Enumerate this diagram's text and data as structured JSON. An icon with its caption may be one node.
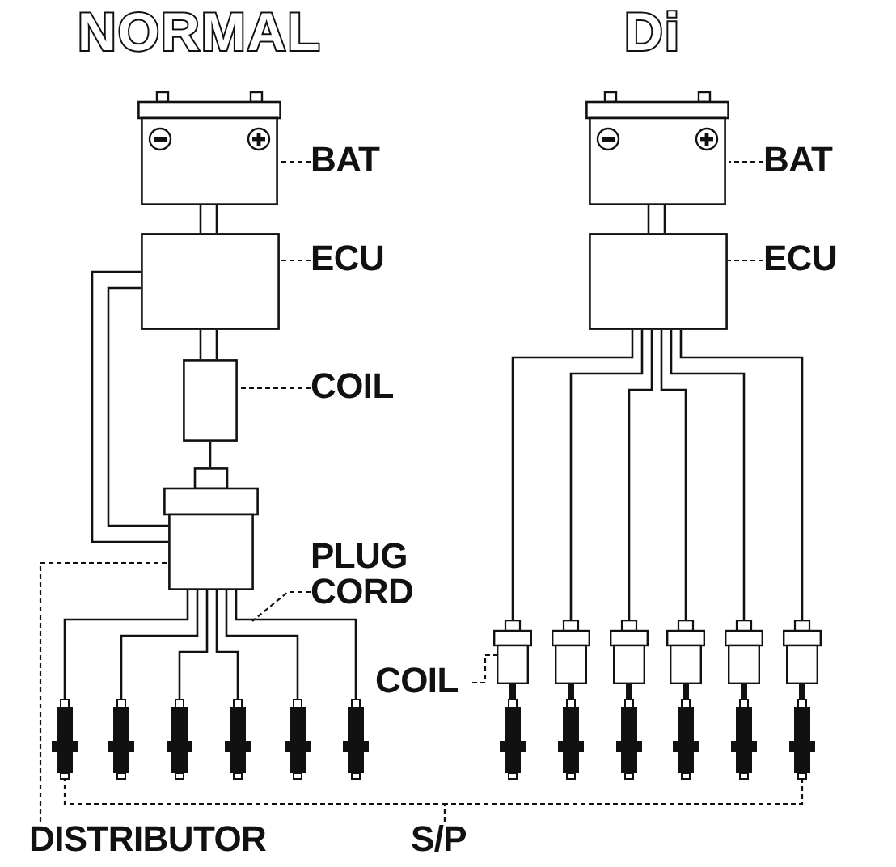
{
  "diagram": {
    "nodes": [
      {
        "text": [],
        "shape": "box"
      },
      {
        "text": [
          "BAT"
        ]
      },
      {
        "text": [],
        "shape": "box"
      },
      {
        "text": [
          "ECU"
        ]
      },
      {
        "text": [],
        "shape": "box"
      },
      {
        "text": [
          "COIL"
        ]
      },
      {
        "text": [],
        "shape": "box"
      },
      {
        "text": [
          "PLUG CORD"
        ]
      },
      {
        "text": [],
        "shape": "bar"
      },
      {
        "text": [],
        "shape": "bar"
      },
      {
        "text": [],
        "shape": "bar"
      },
      {
        "text": [],
        "shape": "bar"
      },
      {
        "text": [],
        "shape": "bar"
      },
      {
        "text": [],
        "shape": "bar"
      },
      {
        "text": [],
        "shape": "box"
      },
      {
        "text": [
          "BAT"
        ]
      },
      {
        "text": [],
        "shape": "box"
      },
      {
        "text": [
          "ECU"
        ]
      },
      {
        "text": [],
        "shape": "box"
      },
      {
        "text": [],
        "shape": "box"
      },
      {
        "text": [],
        "shape": "box"
      },
      {
        "text": [],
        "shape": "box"
      },
      {
        "text": [],
        "shape": "box"
      },
      {
        "text": [],
        "shape": "box"
      },
      {
        "text": [],
        "shape": "bar"
      },
      {
        "text": [],
        "shape": "bar"
      },
      {
        "text": [],
        "shape": "bar"
      },
      {
        "text": [],
        "shape": "bar"
      },
      {
        "text": [],
        "shape": "bar"
      },
      {
        "text": [],
        "shape": "bar"
      },
      {
        "text": [
          "COIL"
        ]
      },
      {
        "text": [
          "DISTRIBUTOR"
        ]
      },
      {
        "text": [
          "S/P"
        ]
      }
    ],
    "edges": [
      {
        "from": 1,
        "to": 0,
        "arrow": "none",
        "style": "dashed"
      },
      {
        "from": 3,
        "to": 2,
        "arrow": "none",
        "style": "dashed"
      },
      {
        "from": 5,
        "to": 4,
        "arrow": "none",
        "style": "dashed"
      },
      {
        "from": 7,
        "to": null,
        "arrow": "none",
        "style": "dashed"
      },
      {
        "from": 15,
        "to": 14,
        "arrow": "none",
        "style": "dashed"
      },
      {
        "from": 17,
        "to": 16,
        "arrow": "none",
        "style": "dashed"
      },
      {
        "from": 30,
        "to": 18,
        "arrow": "none",
        "style": "dashed"
      },
      {
        "from": 31,
        "to": 6,
        "arrow": "none",
        "style": "dashed"
      },
      {
        "from": 32,
        "to": 8,
        "arrow": "none",
        "style": "dashed"
      },
      {
        "from": 32,
        "to": 29,
        "arrow": "none",
        "style": "dashed"
      },
      {
        "from": 0,
        "to": 2,
        "arrow": "none"
      },
      {
        "from": 2,
        "to": 4,
        "arrow": "none"
      },
      {
        "from": 4,
        "to": 6,
        "arrow": "none"
      },
      {
        "from": 2,
        "to": 6,
        "arrow": "none"
      },
      {
        "from": 6,
        "to": 8,
        "arrow": "none"
      },
      {
        "from": 6,
        "to": 9,
        "arrow": "none"
      },
      {
        "from": 6,
        "to": 10,
        "arrow": "none"
      },
      {
        "from": 6,
        "to": 11,
        "arrow": "none"
      },
      {
        "from": 6,
        "to": 12,
        "arrow": "none"
      },
      {
        "from": 6,
        "to": 13,
        "arrow": "none"
      },
      {
        "from": 14,
        "to": 16,
        "arrow": "none"
      },
      {
        "from": 16,
        "to": 18,
        "arrow": "none"
      },
      {
        "from": 16,
        "to": 19,
        "arrow": "none"
      },
      {
        "from": 16,
        "to": 20,
        "arrow": "none"
      },
      {
        "from": 16,
        "to": 21,
        "arrow": "none"
      },
      {
        "from": 16,
        "to": 22,
        "arrow": "none"
      },
      {
        "from": 16,
        "to": 23,
        "arrow": "none"
      },
      {
        "from": 18,
        "to": 24,
        "arrow": "none",
        "style": "thick"
      },
      {
        "from": 19,
        "to": 25,
        "arrow": "none",
        "style": "thick"
      },
      {
        "from": 20,
        "to": 26,
        "arrow": "none",
        "style": "thick"
      },
      {
        "from": 21,
        "to": 27,
        "arrow": "none",
        "style": "thick"
      },
      {
        "from": 22,
        "to": 28,
        "arrow": "none",
        "style": "thick"
      },
      {
        "from": 23,
        "to": 29,
        "arrow": "none",
        "style": "thick"
      }
    ],
    "labels": [
      "NORMAL",
      "Di"
    ]
  }
}
